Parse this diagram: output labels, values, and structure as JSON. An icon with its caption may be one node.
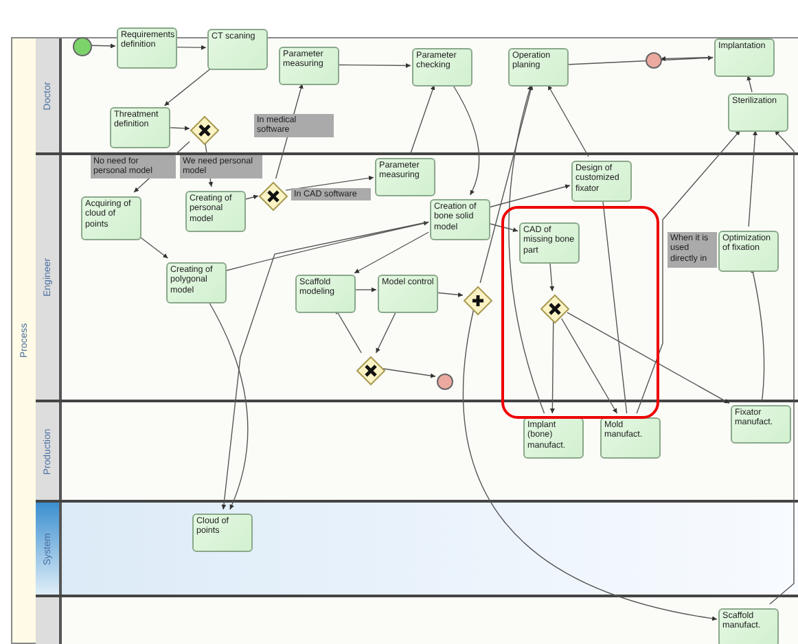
{
  "diagram": {
    "nodes": [
      {
        "text": [
          "Process"
        ]
      },
      {
        "text": [
          "Doctor"
        ],
        "in": 0
      },
      {
        "text": [
          "Engineer"
        ],
        "in": 0
      },
      {
        "text": [
          "Production"
        ],
        "in": 0
      },
      {
        "text": [
          "System"
        ],
        "in": 0
      },
      {
        "text": [],
        "shape": "band",
        "in": 0
      },
      {
        "text": [],
        "shape": "circle",
        "in": 1
      },
      {
        "text": [
          "Requirements definition"
        ],
        "in": 1
      },
      {
        "text": [
          "CT scaning"
        ],
        "in": 1
      },
      {
        "text": [
          "Threatment definition"
        ],
        "in": 1
      },
      {
        "text": [],
        "shape": "diamond",
        "in": 1
      },
      {
        "text": [
          "Parameter measuring"
        ],
        "in": 1
      },
      {
        "text": [
          "When it is used directly in"
        ],
        "in": 2
      },
      {
        "text": [
          "Parameter checking"
        ],
        "in": 1
      },
      {
        "text": [
          "Operation planing"
        ],
        "in": 1
      },
      {
        "text": [],
        "shape": "circle",
        "in": 1
      },
      {
        "text": [
          "Implantation"
        ],
        "in": 1
      },
      {
        "text": [
          "Sterilization"
        ],
        "in": 1
      },
      {
        "text": [
          "Acquiring of cloud of points"
        ],
        "in": 2
      },
      {
        "text": [
          "Creating of personal model"
        ],
        "in": 2
      },
      {
        "text": [],
        "shape": "diamond",
        "in": 2
      },
      {
        "text": [
          "Parameter measuring"
        ],
        "in": 2
      },
      {
        "text": [
          "Creation of bone solid model"
        ],
        "in": 2
      },
      {
        "text": [
          "Design of customized fixator"
        ],
        "in": 2
      },
      {
        "text": [
          "CAD of missing bone part"
        ],
        "in": 2
      },
      {
        "text": [
          "Creating of polygonal model"
        ],
        "in": 2
      },
      {
        "text": [
          "Scaffold modeling"
        ],
        "in": 2
      },
      {
        "text": [
          "Model control"
        ],
        "in": 2
      },
      {
        "text": [],
        "shape": "diamond",
        "in": 2
      },
      {
        "text": [],
        "shape": "diamond",
        "in": 2
      },
      {
        "text": [],
        "shape": "diamond",
        "in": 2
      },
      {
        "text": [],
        "shape": "circle",
        "in": 2
      },
      {
        "text": [
          "Optimization of fixation"
        ],
        "in": 2
      },
      {
        "text": [
          "Implant (bone) manufact."
        ],
        "in": 3
      },
      {
        "text": [
          "Mold manufact."
        ],
        "in": 3
      },
      {
        "text": [
          "Fixator manufact."
        ],
        "in": 3
      },
      {
        "text": [
          "Cloud of points"
        ],
        "in": 4
      },
      {
        "text": [
          "Scaffold manufact."
        ],
        "in": 5
      }
    ],
    "edges": [
      {
        "from": 6,
        "to": 7,
        "arrow": "to"
      },
      {
        "from": 7,
        "to": 8,
        "arrow": "to"
      },
      {
        "from": 8,
        "to": 9,
        "arrow": "to"
      },
      {
        "from": 9,
        "to": 10,
        "arrow": "to"
      },
      {
        "from": 10,
        "to": 18,
        "arrow": "to",
        "label": "No need for personal model"
      },
      {
        "from": 10,
        "to": 19,
        "arrow": "to",
        "label": "We need personal model"
      },
      {
        "from": 19,
        "to": 20,
        "arrow": "to"
      },
      {
        "from": 20,
        "to": 11,
        "arrow": "to",
        "label": "In medical software"
      },
      {
        "from": 20,
        "to": 21,
        "arrow": "to",
        "label": "In CAD software"
      },
      {
        "from": 11,
        "to": 13,
        "arrow": "to"
      },
      {
        "from": 21,
        "to": 13,
        "arrow": "to"
      },
      {
        "from": 13,
        "to": 22,
        "arrow": "to"
      },
      {
        "from": 18,
        "to": 25,
        "arrow": "to"
      },
      {
        "from": 25,
        "to": 22,
        "arrow": "to"
      },
      {
        "from": 22,
        "to": 23,
        "arrow": "to"
      },
      {
        "from": 22,
        "to": 24,
        "arrow": "to"
      },
      {
        "from": 22,
        "to": 26,
        "arrow": "to"
      },
      {
        "from": 26,
        "to": 27,
        "arrow": "to"
      },
      {
        "from": 27,
        "to": 30,
        "arrow": "to"
      },
      {
        "from": 30,
        "to": 26,
        "arrow": "to"
      },
      {
        "from": 30,
        "to": 31,
        "arrow": "to"
      },
      {
        "from": 27,
        "to": 28,
        "arrow": "to"
      },
      {
        "from": 28,
        "to": 14,
        "arrow": "to"
      },
      {
        "from": 28,
        "to": 37,
        "arrow": "to"
      },
      {
        "from": 24,
        "to": 29,
        "arrow": "to"
      },
      {
        "from": 29,
        "to": 33,
        "arrow": "to"
      },
      {
        "from": 29,
        "to": 34,
        "arrow": "to"
      },
      {
        "from": 29,
        "to": 35,
        "arrow": "to"
      },
      {
        "from": 33,
        "to": 14,
        "arrow": "to"
      },
      {
        "from": 34,
        "to": 17,
        "arrow": "to"
      },
      {
        "from": 23,
        "to": 14,
        "arrow": "to"
      },
      {
        "from": 14,
        "to": 16,
        "arrow": "to"
      },
      {
        "from": 16,
        "to": 15,
        "arrow": "to"
      },
      {
        "from": 17,
        "to": 16,
        "arrow": "to"
      },
      {
        "from": 35,
        "to": 32,
        "arrow": "to"
      },
      {
        "from": 32,
        "to": 17,
        "arrow": "to"
      },
      {
        "from": 37,
        "to": 17,
        "arrow": "to"
      },
      {
        "from": 25,
        "to": 36,
        "arrow": "to"
      },
      {
        "from": 22,
        "to": 36,
        "arrow": "to"
      },
      {
        "from": 23,
        "to": 34,
        "arrow": "none"
      }
    ]
  }
}
